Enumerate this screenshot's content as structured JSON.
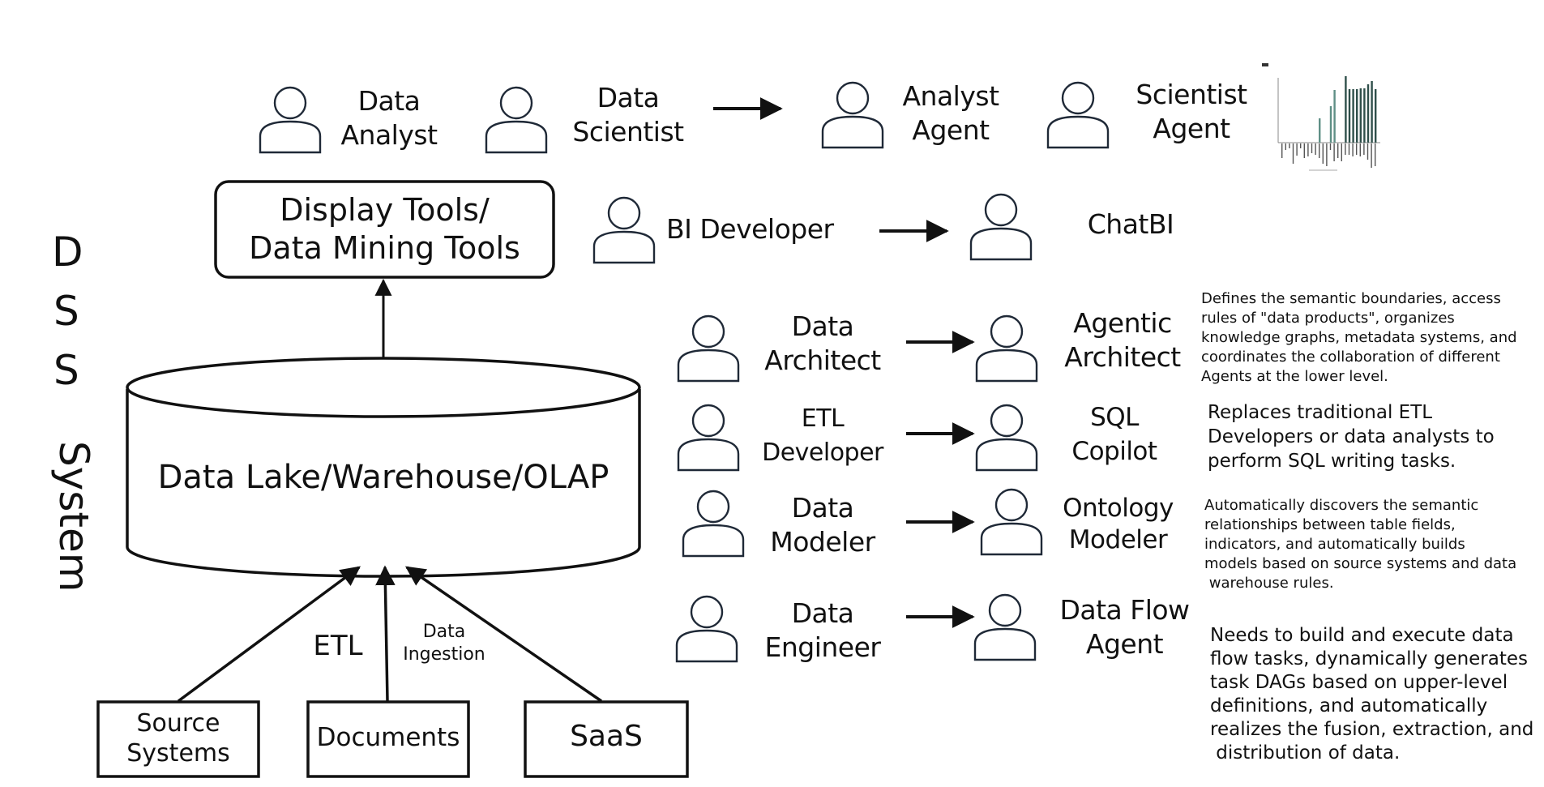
{
  "side_label": {
    "letters": [
      "D",
      "S",
      "S"
    ],
    "word": "System"
  },
  "top_row": {
    "humans": [
      {
        "name": "data-analyst",
        "line1": "Data",
        "line2": "Analyst"
      },
      {
        "name": "data-scientist",
        "line1": "Data",
        "line2": "Scientist"
      }
    ],
    "agents": [
      {
        "name": "analyst-agent",
        "line1": "Analyst",
        "line2": "Agent"
      },
      {
        "name": "scientist-agent",
        "line1": "Scientist",
        "line2": "Agent"
      }
    ]
  },
  "display_tools": {
    "line1": "Display Tools/",
    "line2": "Data Mining Tools"
  },
  "bi_row": {
    "human": "BI Developer",
    "agent": "ChatBI"
  },
  "warehouse": {
    "label": "Data Lake/Warehouse/OLAP"
  },
  "ingestion": {
    "etl_label": "ETL",
    "ingestion_label_1": "Data",
    "ingestion_label_2": "Ingestion",
    "sources": [
      {
        "line1": "Source",
        "line2": "Systems"
      },
      {
        "line1": "Documents",
        "line2": ""
      },
      {
        "line1": "SaaS",
        "line2": ""
      }
    ]
  },
  "role_rows": [
    {
      "human_1": "Data",
      "human_2": "Architect",
      "agent_1": "Agentic",
      "agent_2": "Architect",
      "description": [
        "Defines the semantic boundaries, access",
        "rules of \"data products\", organizes",
        "knowledge graphs, metadata systems, and",
        "coordinates the collaboration of different",
        "Agents at the lower level."
      ]
    },
    {
      "human_1": "ETL",
      "human_2": "Developer",
      "agent_1": "SQL",
      "agent_2": "Copilot",
      "description": [
        "Replaces traditional ETL",
        "Developers or data analysts to",
        "perform SQL writing tasks."
      ]
    },
    {
      "human_1": "Data",
      "human_2": "Modeler",
      "agent_1": "Ontology",
      "agent_2": "Modeler",
      "description": [
        "Automatically discovers the semantic",
        "relationships between table fields,",
        "indicators, and automatically builds",
        "models based on source systems and data",
        " warehouse rules."
      ]
    },
    {
      "human_1": "Data",
      "human_2": "Engineer",
      "agent_1": "Data Flow",
      "agent_2": "Agent",
      "description": [
        "Needs to build and execute data",
        "flow tasks, dynamically generates",
        "task DAGs based on upper-level",
        "definitions, and automatically",
        "realizes the fusion, extraction, and",
        " distribution of data."
      ]
    }
  ],
  "colors": {
    "stroke": "#111111",
    "person_stroke": "#1f2937",
    "chart_bar": "#5f8f86",
    "chart_bar_dark": "#2f4f4a"
  }
}
